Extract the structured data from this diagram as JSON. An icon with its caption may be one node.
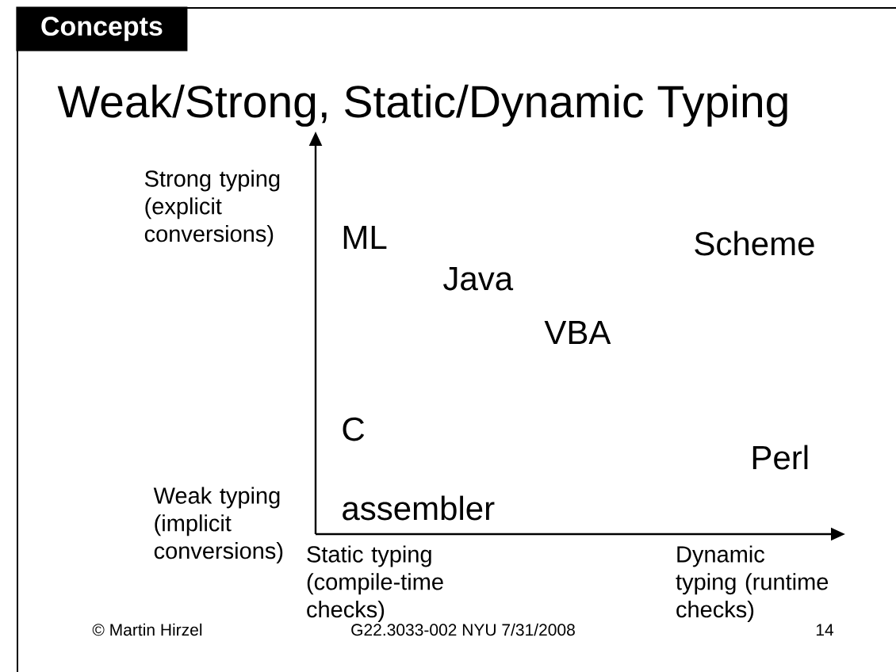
{
  "diagram": {
    "title": "Weak/Strong, Static/Dynamic Typing",
    "nodes": [
      {
        "text": [
          "Concepts"
        ]
      }
    ],
    "labels": [
      "Strong typing (explicit conversions)",
      "ML",
      "Scheme",
      "Java",
      "VBA",
      "C",
      "Perl",
      "Weak typing (implicit conversions)",
      "assembler",
      "Static typing (compile-time checks)",
      "Dynamic typing (runtime checks)",
      "© Martin Hirzel",
      "G22.3033-002 NYU 7/31/2008",
      "14"
    ]
  }
}
